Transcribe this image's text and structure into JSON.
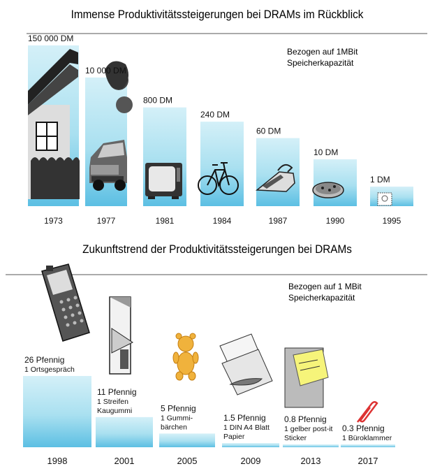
{
  "colors": {
    "bar": "#a9e0f0",
    "bar_top": "#d4f0f8",
    "bar_bottom": "#5cbfe3",
    "text": "#111111",
    "rule": "#555555"
  },
  "chart_data": [
    {
      "type": "bar",
      "title": "Immense Produktivitätssteigerungen bei DRAMs im Rückblick",
      "note": [
        "Bezogen auf 1MBit",
        "Speicherkapazität"
      ],
      "categories": [
        "1973",
        "1977",
        "1981",
        "1984",
        "1987",
        "1990",
        "1995"
      ],
      "values": [
        150000,
        10000,
        800,
        240,
        60,
        10,
        1
      ],
      "value_labels": [
        "150 000 DM",
        "10 000 DM",
        "800 DM",
        "240 DM",
        "60 DM",
        "10 DM",
        "1 DM"
      ],
      "objects": [
        "house-icon",
        "car-icon",
        "tv-icon",
        "bicycle-icon",
        "iron-icon",
        "pizza-icon",
        "stamp-icon"
      ],
      "unit": "DM",
      "scale": "log"
    },
    {
      "type": "bar",
      "title": "Zukunftstrend der Produktivitätssteigerungen bei DRAMs",
      "note": [
        "Bezogen auf 1 MBit",
        "Speicherkapazität"
      ],
      "categories": [
        "1998",
        "2001",
        "2005",
        "2009",
        "2013",
        "2017"
      ],
      "values": [
        26,
        11,
        5,
        1.5,
        0.8,
        0.3
      ],
      "value_labels": [
        [
          "26 Pfennig",
          "1 Ortsgespräch"
        ],
        [
          "11 Pfennig",
          "1 Streifen",
          "Kaugummi"
        ],
        [
          "5 Pfennig",
          "1 Gummi-",
          "bärchen"
        ],
        [
          "1.5 Pfennig",
          "1 DIN A4 Blatt",
          "Papier"
        ],
        [
          "0.8 Pfennig",
          "1 gelber post-it",
          "Sticker"
        ],
        [
          "0.3 Pfennig",
          "1 Büroklammer"
        ]
      ],
      "objects": [
        "mobile-phone-icon",
        "chewing-gum-icon",
        "gummy-bear-icon",
        "paper-sheet-icon",
        "post-it-icon",
        "paperclip-icon"
      ],
      "unit": "Pfennig",
      "scale": "linear"
    }
  ]
}
